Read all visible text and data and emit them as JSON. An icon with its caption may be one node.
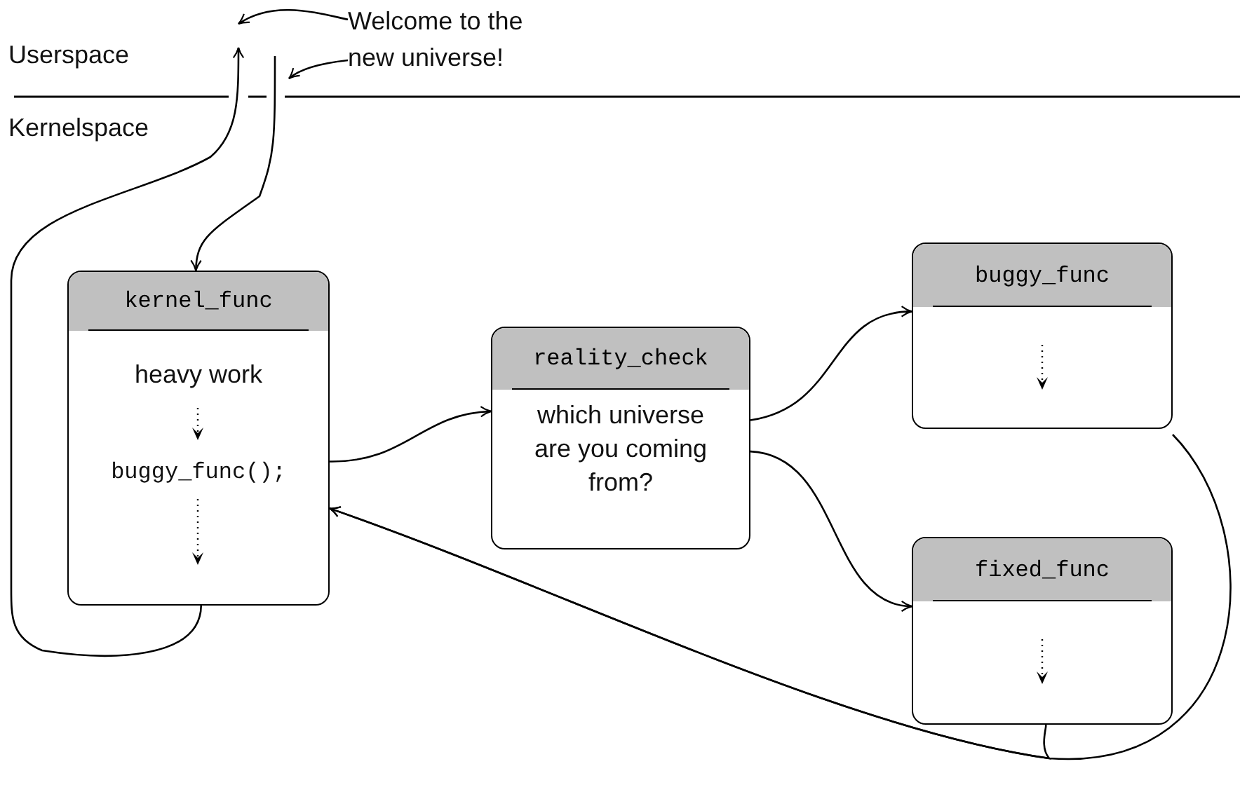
{
  "diagram": {
    "nodes": [
      {
        "text": [
          "Welcome to the new universe!"
        ]
      },
      {
        "text": [
          "kernel_func",
          "heavy work",
          "buggy_func();"
        ]
      },
      {
        "text": [
          "reality_check",
          "which universe are you coming from?"
        ]
      },
      {
        "text": [
          "buggy_func"
        ]
      },
      {
        "text": [
          "fixed_func"
        ]
      }
    ],
    "edges": [
      {
        "from": 0,
        "to": null,
        "arrow": "to"
      },
      {
        "from": 0,
        "to": null,
        "arrow": "to"
      },
      {
        "from": 1,
        "to": null,
        "arrow": "to"
      },
      {
        "from": null,
        "to": 1,
        "arrow": "to"
      },
      {
        "from": 1,
        "to": 2,
        "arrow": "to"
      },
      {
        "from": 2,
        "to": 3,
        "arrow": "to"
      },
      {
        "from": 2,
        "to": 4,
        "arrow": "to"
      },
      {
        "from": 3,
        "to": 1,
        "arrow": "to"
      },
      {
        "from": 4,
        "to": 1,
        "arrow": "to"
      }
    ],
    "labels": [
      "Userspace",
      "Kernelspace"
    ]
  }
}
